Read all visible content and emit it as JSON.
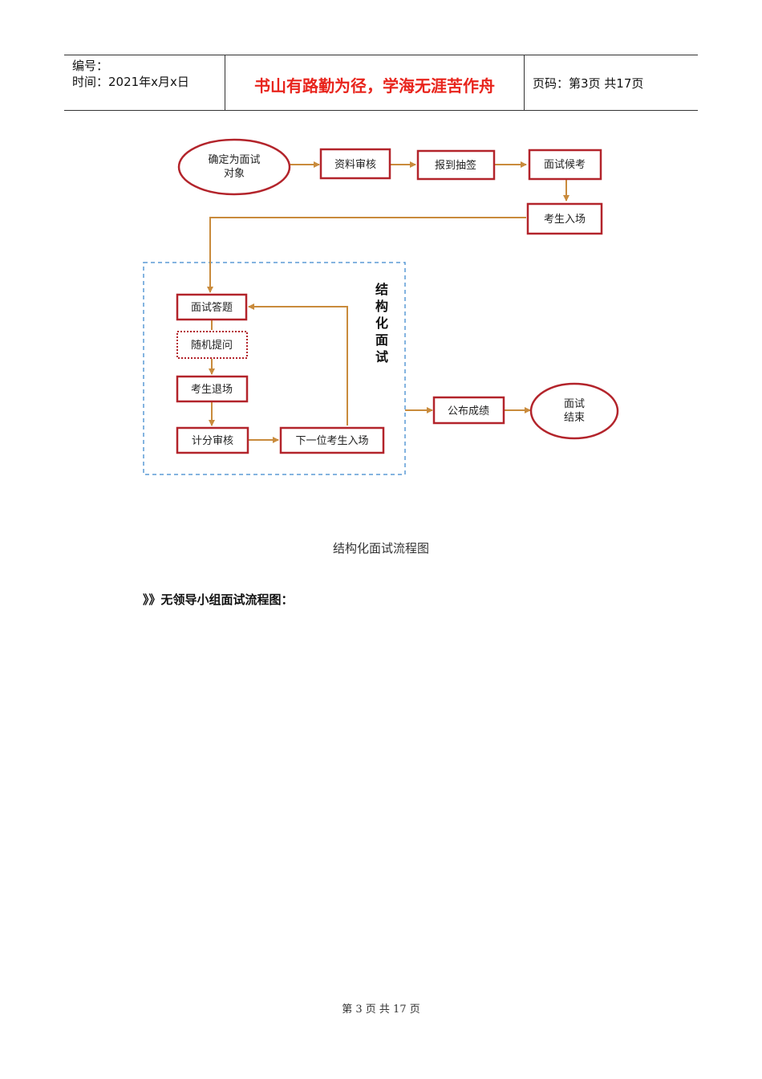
{
  "header": {
    "number_label": "编号：",
    "time_label": "时间：2021年x月x日",
    "motto": "书山有路勤为径，学海无涯苦作舟",
    "page_code": "页码：第3页  共17页"
  },
  "flowchart": {
    "nodes": {
      "start": "确定为面试|对象",
      "review": "资料审核",
      "checkin": "报到抽签",
      "wait": "面试候考",
      "enter": "考生入场",
      "answer": "面试答题",
      "random": "随机提问",
      "exit": "考生退场",
      "score": "计分审核",
      "next": "下一位考生入场",
      "publish": "公布成绩",
      "end": "面试|结束"
    },
    "group_label": "结构化面试",
    "colors": {
      "box_border": "#b3242b",
      "arrow": "#c98b3c",
      "group_border": "#5b9bd5"
    }
  },
  "caption": "结构化面试流程图",
  "section_title": "》》无领导小组面试流程图：",
  "footer": "第 3 页 共 17 页"
}
